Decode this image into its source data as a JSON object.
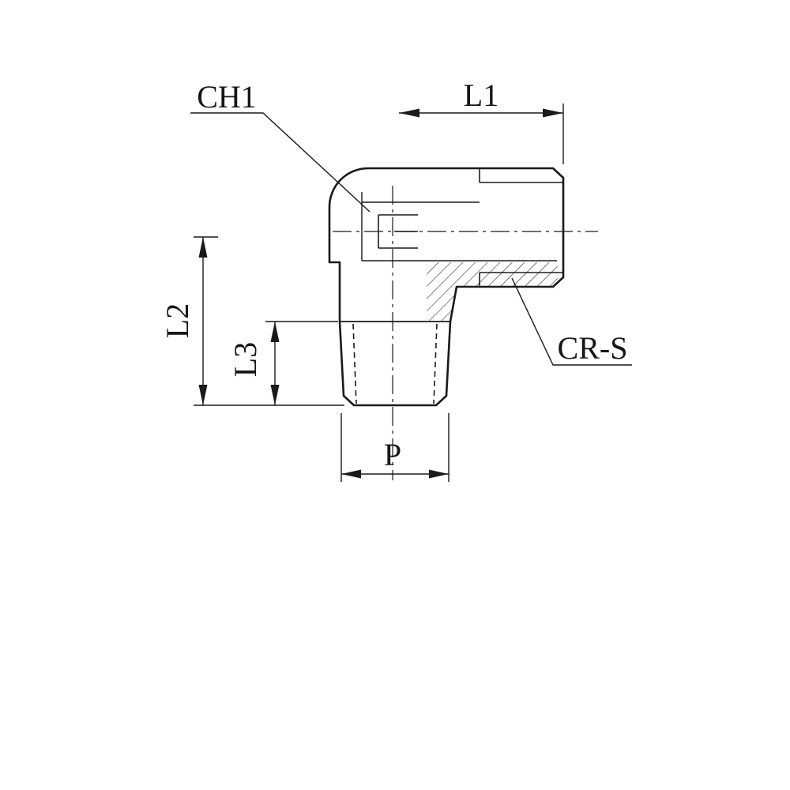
{
  "drawing": {
    "background": "#ffffff",
    "line_color": "#1a1a1a",
    "labels": {
      "ch1": "CH1",
      "l1": "L1",
      "l2": "L2",
      "l3": "L3",
      "p": "P",
      "cr_s": "CR-S"
    }
  }
}
